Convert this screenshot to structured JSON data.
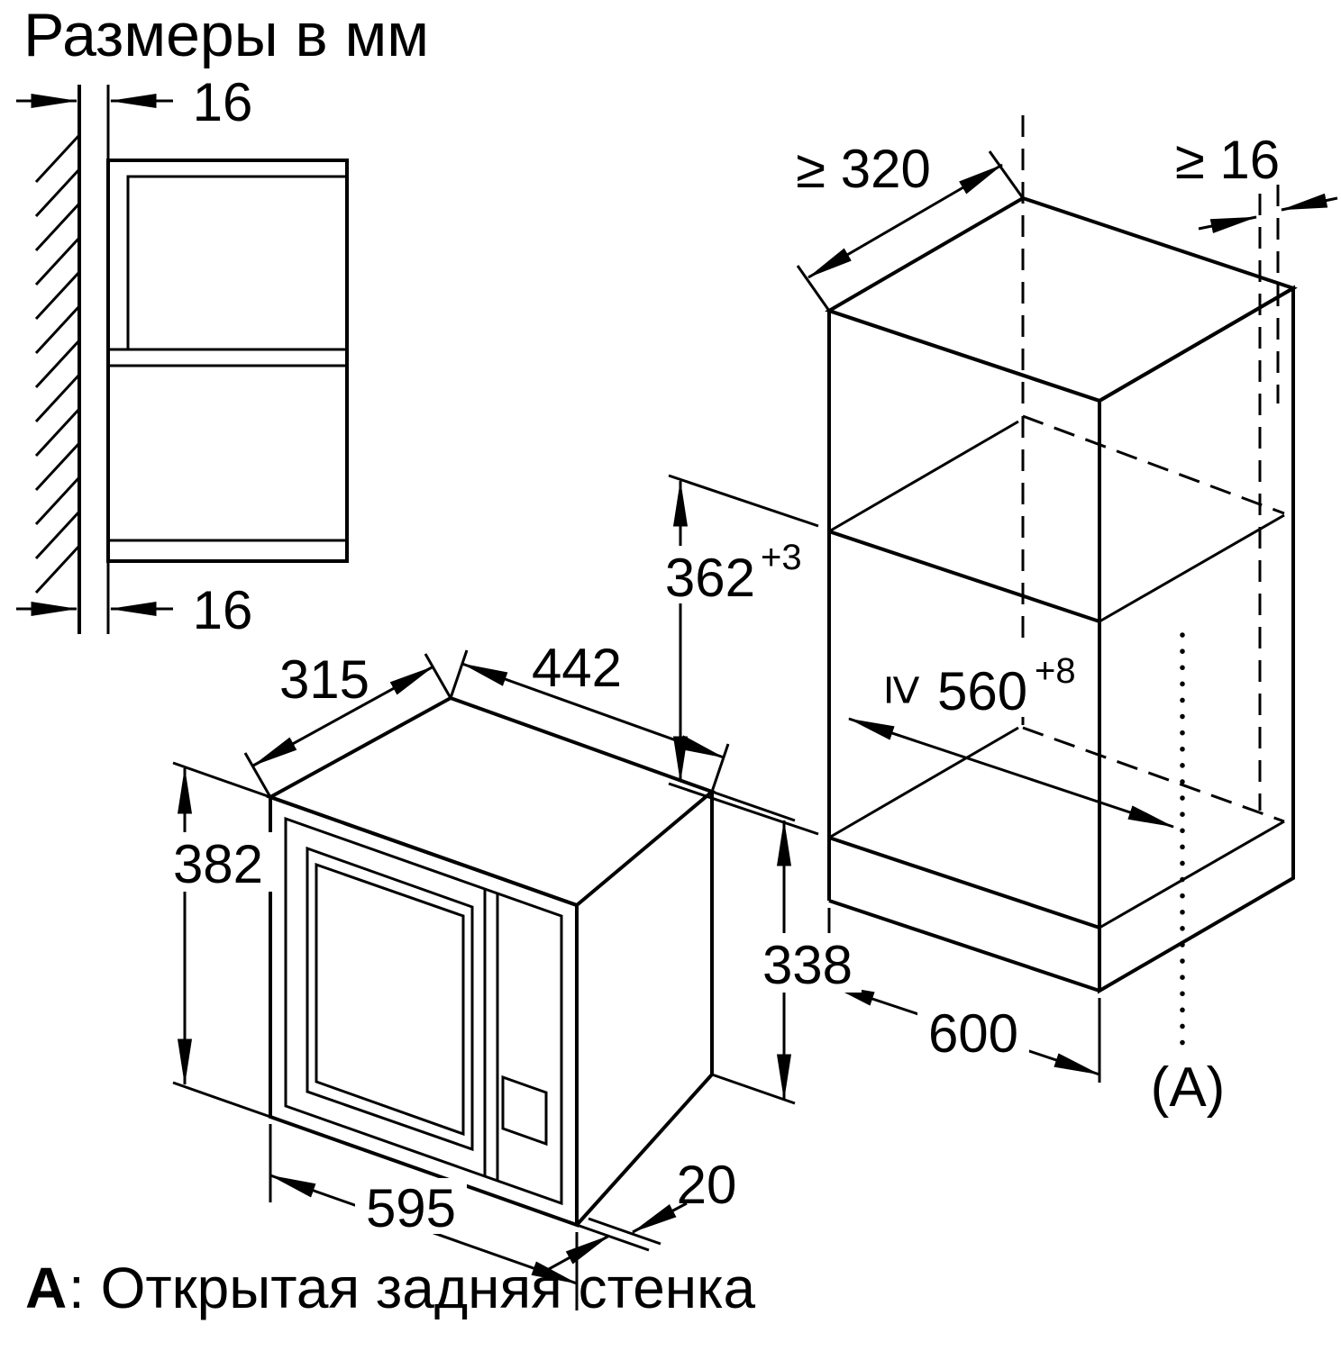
{
  "title": "Размеры в мм",
  "wall_detail": {
    "dim_top": "16",
    "dim_bottom": "16"
  },
  "cabinet": {
    "dim_depth_min": "≥ 320",
    "dim_back_gap_min": "≥ 16",
    "dim_niche_height": "362",
    "dim_niche_height_tol": "+3",
    "dim_niche_width_prefix": "≥",
    "dim_niche_width": "560",
    "dim_niche_width_tol": "+8",
    "dim_width": "600",
    "open_back_label": "(A)"
  },
  "microwave": {
    "dim_depth": "315",
    "dim_top_width": "442",
    "dim_height": "382",
    "dim_body_height": "338",
    "dim_width": "595",
    "dim_overhang": "20"
  },
  "legend": {
    "label": "A",
    "text": ": Открытая задняя стенка"
  }
}
